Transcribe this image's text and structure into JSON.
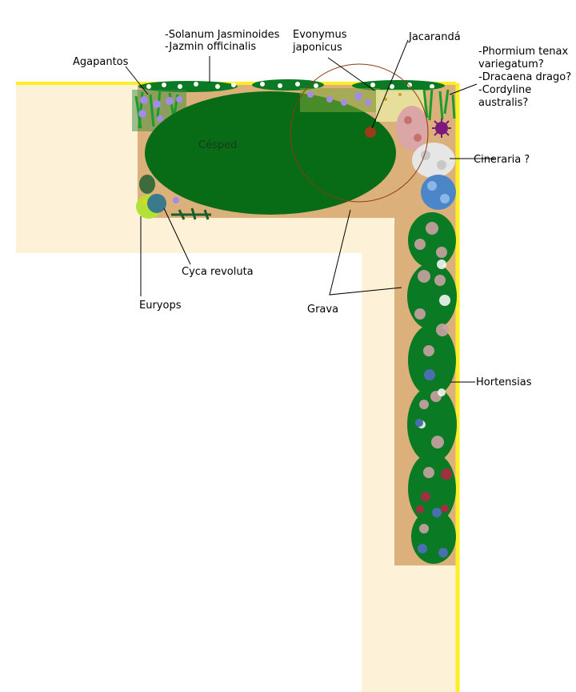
{
  "colors": {
    "path_cream": "#fdf1d8",
    "gravel": "#dcb07a",
    "lawn": "#086b16",
    "hedge_green": "#0b7a24",
    "wall_yellow": "#ffee22",
    "lavender": "#a58be8",
    "jacaranda_outline": "#8b3b12",
    "grey_rose": "#c8c8c8",
    "cineraria": "#e6e6e6",
    "blue_shrub": "#4a86c8",
    "cycas": "#3b7a8c",
    "euryops": "#b2e23a"
  },
  "labels": {
    "solanum": "-Solanum Jasminoides",
    "jazmin": "-Jazmin officinalis",
    "evonymus_1": "Evonymus",
    "evonymus_2": "japonicus",
    "jacaranda": "Jacarandá",
    "agapantos": "Agapantos",
    "phormium": "-Phormium tenax",
    "variegatum": "variegatum?",
    "dracaena": "-Dracaena drago?",
    "cordyline": "-Cordyline",
    "australis": "australis?",
    "cesped": "Césped",
    "cineraria": "Cineraria ?",
    "cyca": "Cyca revoluta",
    "euryops": "Euryops",
    "grava": "Grava",
    "hortensias": "Hortensias"
  }
}
